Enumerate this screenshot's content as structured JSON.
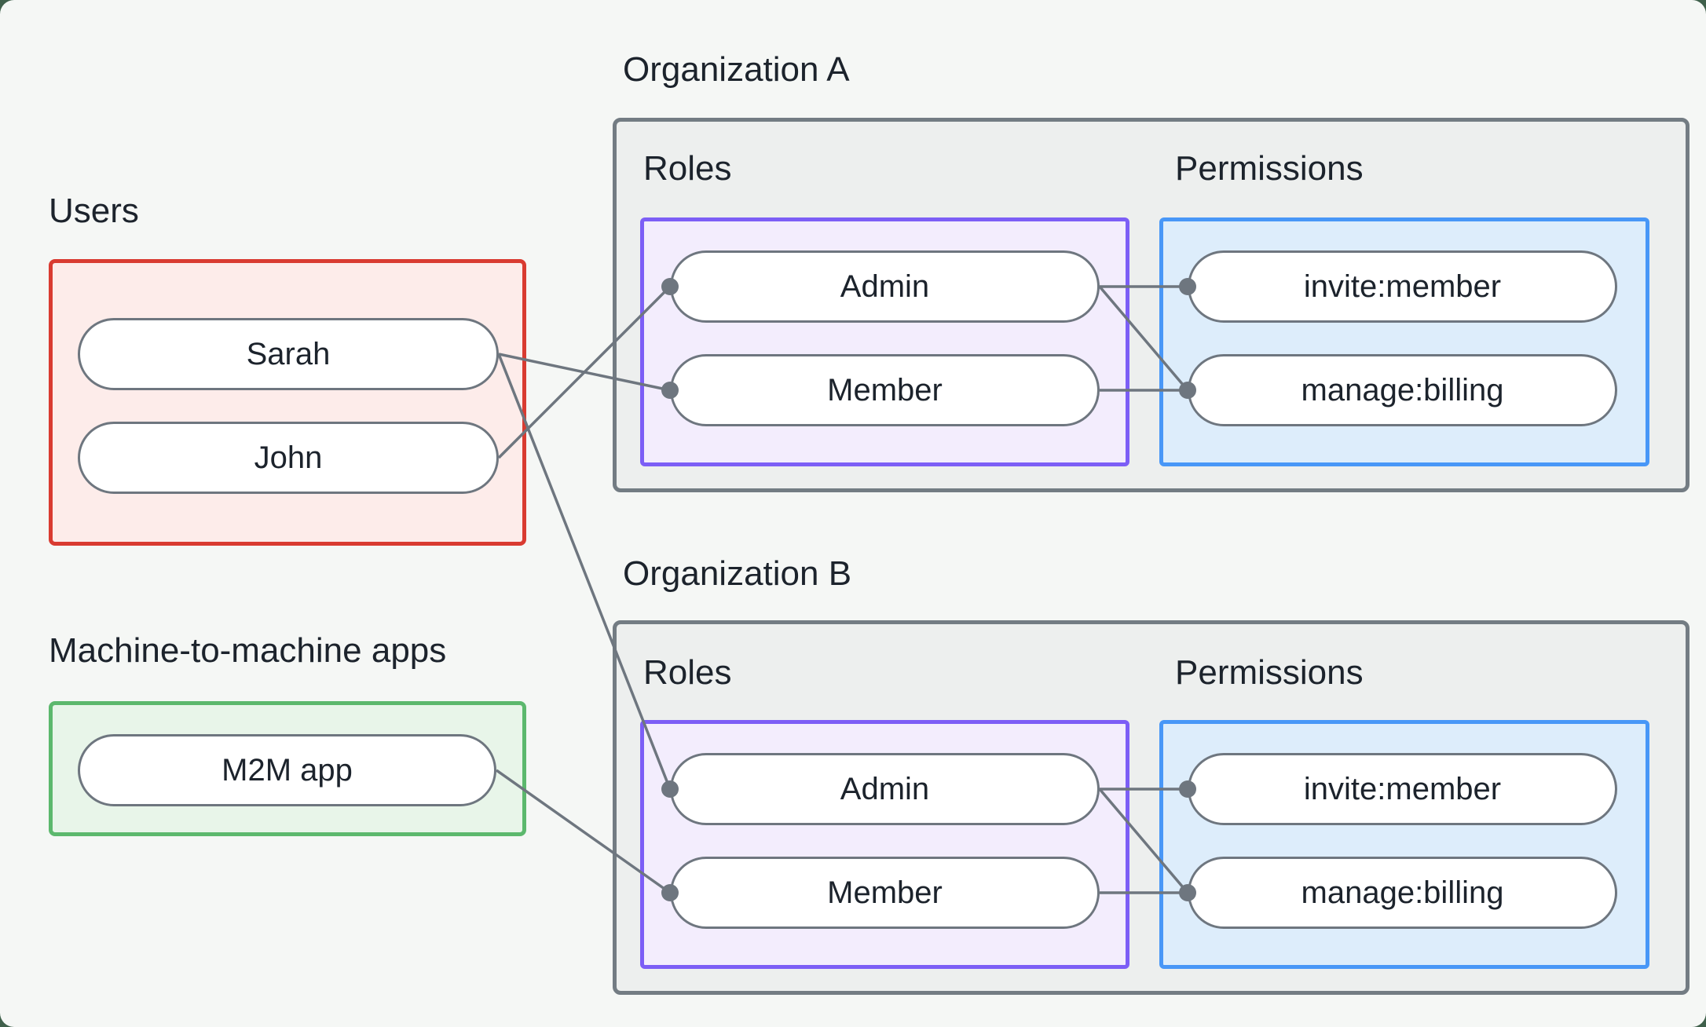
{
  "page": {
    "background": "#f5f7f5",
    "outer_background": "#3f604b"
  },
  "groups": {
    "users": {
      "label": "Users",
      "items": [
        "Sarah",
        "John"
      ],
      "border_color": "#d93b31",
      "fill_color": "#fdecea"
    },
    "m2m": {
      "label": "Machine-to-machine apps",
      "items": [
        "M2M app"
      ],
      "border_color": "#5cb86d",
      "fill_color": "#e8f5e9"
    }
  },
  "orgs": [
    {
      "title": "Organization A",
      "roles_label": "Roles",
      "permissions_label": "Permissions",
      "roles": [
        "Admin",
        "Member"
      ],
      "permissions": [
        "invite:member",
        "manage:billing"
      ]
    },
    {
      "title": "Organization B",
      "roles_label": "Roles",
      "permissions_label": "Permissions",
      "roles": [
        "Admin",
        "Member"
      ],
      "permissions": [
        "invite:member",
        "manage:billing"
      ]
    }
  ],
  "connections": [
    {
      "from": "Sarah",
      "to": "Organization A / Member"
    },
    {
      "from": "Sarah",
      "to": "Organization B / Admin"
    },
    {
      "from": "John",
      "to": "Organization A / Admin"
    },
    {
      "from": "M2M app",
      "to": "Organization B / Member"
    },
    {
      "from": "Organization A / Admin",
      "to": "Organization A / invite:member"
    },
    {
      "from": "Organization A / Admin",
      "to": "Organization A / manage:billing"
    },
    {
      "from": "Organization A / Member",
      "to": "Organization A / manage:billing"
    },
    {
      "from": "Organization B / Admin",
      "to": "Organization B / invite:member"
    },
    {
      "from": "Organization B / Admin",
      "to": "Organization B / manage:billing"
    },
    {
      "from": "Organization B / Member",
      "to": "Organization B / manage:billing"
    }
  ],
  "colors": {
    "role_box_border": "#7c5ef6",
    "role_box_fill": "#f3edfd",
    "permission_box_border": "#4897f7",
    "permission_box_fill": "#ddedfb",
    "org_box_border": "#737c83",
    "org_box_fill": "#edefee",
    "node_border": "#6e767f",
    "node_fill": "#ffffff",
    "connector": "#6e767f",
    "text": "#1c232c"
  }
}
